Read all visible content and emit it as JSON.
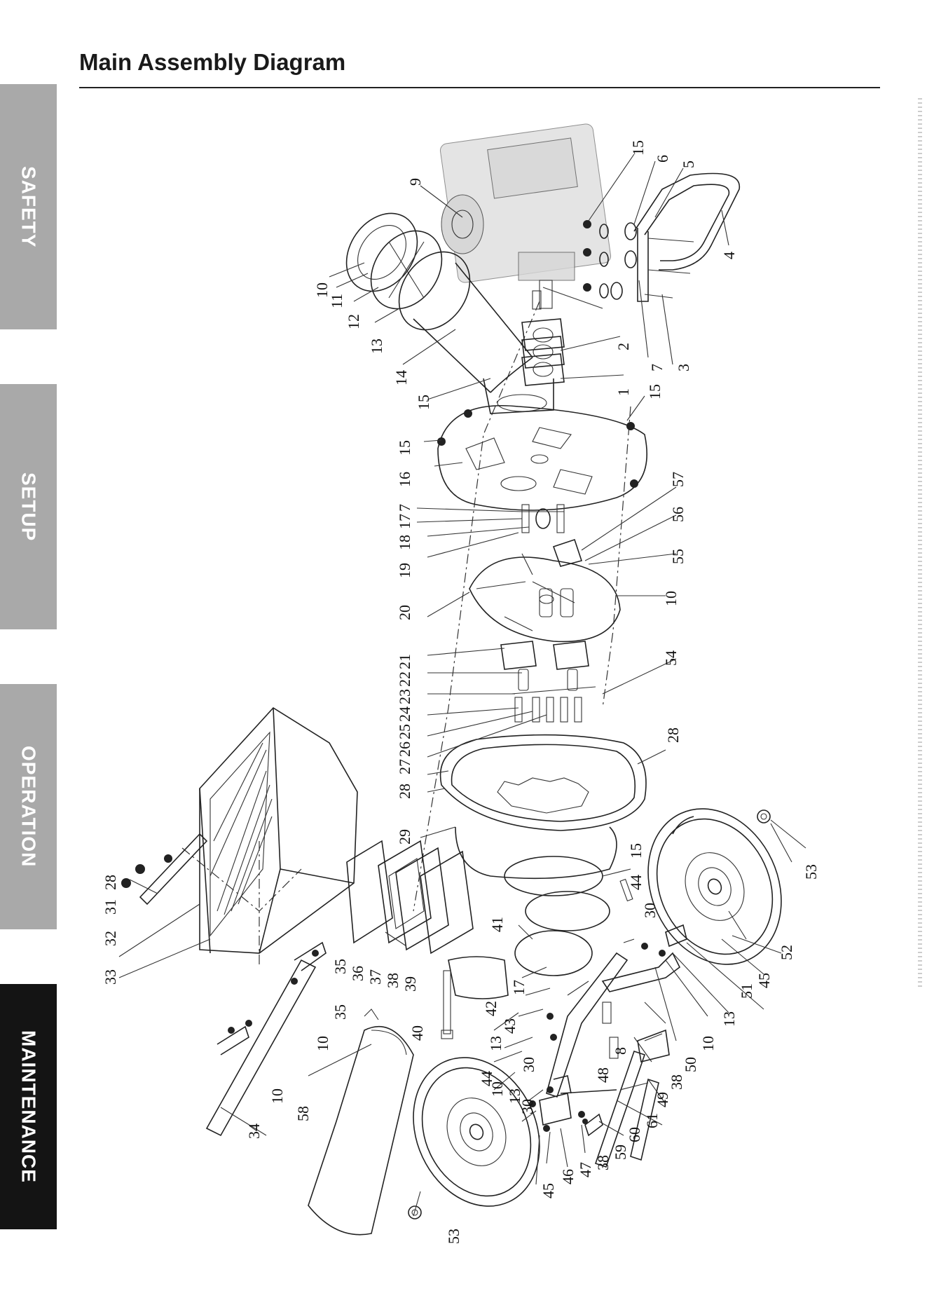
{
  "page": {
    "title": "Main Assembly Diagram"
  },
  "tabs": [
    {
      "label": "SAFETY",
      "active": false
    },
    {
      "label": "SETUP",
      "active": false
    },
    {
      "label": "OPERATION",
      "active": false
    },
    {
      "label": "MAINTENANCE",
      "active": true
    }
  ],
  "colors": {
    "tab_inactive": "#a9a9a9",
    "tab_active": "#141414",
    "tab_text": "#ffffff"
  },
  "diagram": {
    "labels": {
      "p1": "1",
      "p2": "2",
      "p3": "3",
      "p4": "4",
      "p5": "5",
      "p6": "6",
      "p7a": "7",
      "p9": "9",
      "p10a": "10",
      "p11": "11",
      "p12": "12",
      "p13a": "13",
      "p14": "14",
      "p15a": "15",
      "p15b": "15",
      "p15c": "15",
      "p15d": "15",
      "p15e": "15",
      "p16": "16",
      "p17a": "17",
      "p7b": "7",
      "p18": "18",
      "p19": "19",
      "p20": "20",
      "p57": "57",
      "p56": "56",
      "p55": "55",
      "p10b": "10",
      "p54": "54",
      "p21": "21",
      "p22": "22",
      "p23": "23",
      "p24": "24",
      "p25": "25",
      "p26": "26",
      "p27": "27",
      "p28a": "28",
      "p28b": "28",
      "p28c": "28",
      "p29": "29",
      "p31": "31",
      "p32": "32",
      "p33": "33",
      "p35a": "35",
      "p35b": "35",
      "p36": "36",
      "p37": "37",
      "p38a": "38",
      "p39": "39",
      "p40": "40",
      "p41": "41",
      "p17b": "17",
      "p42": "42",
      "p43": "43",
      "p44a": "44",
      "p44b": "44",
      "p30a": "30",
      "p30b": "30",
      "p30c": "30",
      "p13b": "13",
      "p13c": "13",
      "p13d": "13",
      "p10c": "10",
      "p10d": "10",
      "p10e": "10",
      "p10f": "10",
      "p8": "8",
      "p48": "48",
      "p38b": "38",
      "p38c": "38",
      "p50": "50",
      "p51": "51",
      "p45a": "45",
      "p45b": "45",
      "p46": "46",
      "p47": "47",
      "p59": "59",
      "p60": "60",
      "p61": "61",
      "p49": "49",
      "p52": "52",
      "p53a": "53",
      "p53b": "53",
      "p34": "34",
      "p58": "58"
    }
  }
}
